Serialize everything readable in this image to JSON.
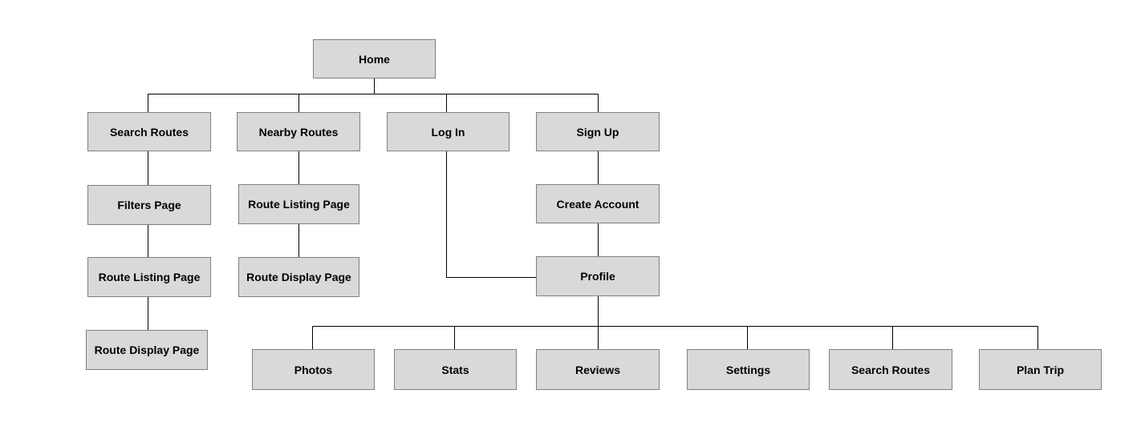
{
  "colors": {
    "node_fill": "#d9d9d9",
    "node_border": "#808080",
    "connector": "#000000",
    "background": "#ffffff"
  },
  "nodes": {
    "home": "Home",
    "search_routes": "Search Routes",
    "nearby_routes": "Nearby Routes",
    "log_in": "Log In",
    "sign_up": "Sign Up",
    "filters_page": "Filters Page",
    "route_listing_page_1": "Route Listing Page",
    "route_display_page_1": "Route Display Page",
    "route_listing_page_2": "Route Listing Page",
    "route_display_page_2": "Route Display Page",
    "create_account": "Create Account",
    "profile": "Profile",
    "photos": "Photos",
    "stats": "Stats",
    "reviews": "Reviews",
    "settings": "Settings",
    "profile_search_routes": "Search Routes",
    "plan_trip": "Plan Trip"
  }
}
